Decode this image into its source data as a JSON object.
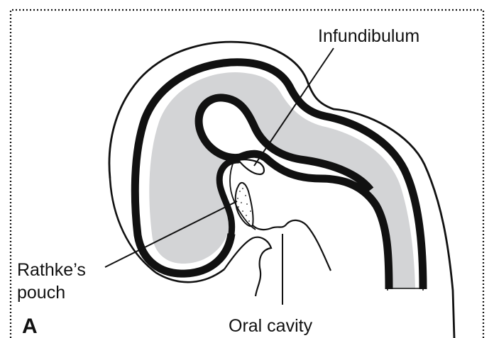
{
  "figure": {
    "panel_letter": "A",
    "labels": {
      "infundibulum": "Infundibulum",
      "rathke_line1": "Rathke’s",
      "rathke_line2": "pouch",
      "oral_cavity": "Oral cavity"
    },
    "colors": {
      "neural_tube_fill": "#d3d4d6",
      "wall": "#111111",
      "background": "#ffffff"
    }
  }
}
